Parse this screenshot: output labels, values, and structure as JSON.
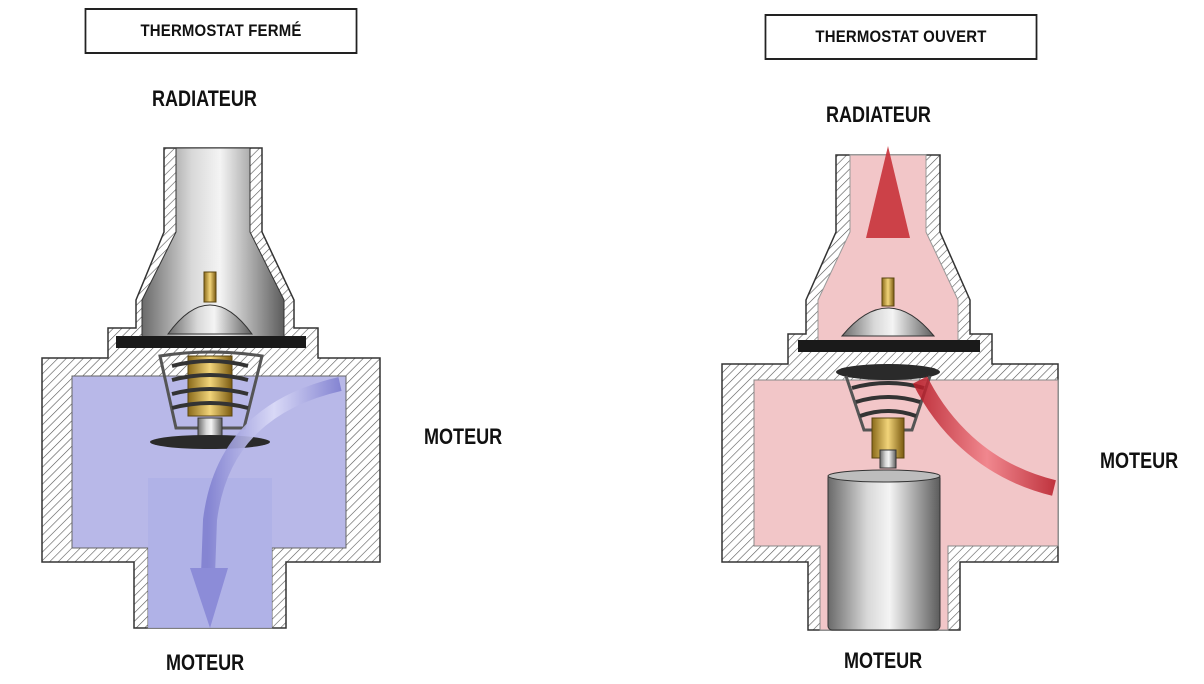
{
  "closed": {
    "title": "THERMOSTAT FERMÉ",
    "top_label": "RADIATEUR",
    "side_label": "MOTEUR",
    "bottom_label": "MOTEUR",
    "fluid_color": "#b8b8e8",
    "arrow_color": "#8c8cd8"
  },
  "open": {
    "title": "THERMOSTAT OUVERT",
    "top_label": "RADIATEUR",
    "side_label": "MOTEUR",
    "bottom_label": "MOTEUR",
    "fluid_color": "#f2c6c8",
    "arrow_color": "#c8323a"
  }
}
